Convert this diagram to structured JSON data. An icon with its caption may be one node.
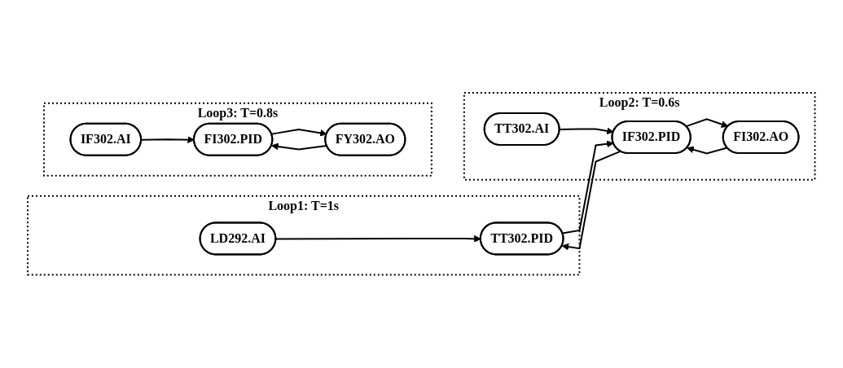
{
  "diagram": {
    "nodes": [
      {
        "text": [
          "Loop1: T=1s"
        ]
      },
      {
        "text": [
          "LD292.AI"
        ],
        "in": 0
      },
      {
        "text": [
          "TT302.PID"
        ],
        "in": 0
      },
      {
        "text": [
          "Loop2: T=0.6s"
        ]
      },
      {
        "text": [
          "TT302.AI"
        ],
        "in": 3
      },
      {
        "text": [
          "IF302.PID"
        ],
        "in": 3
      },
      {
        "text": [
          "FI302.AO"
        ],
        "in": 3
      },
      {
        "text": [
          "Loop3: T=0.8s"
        ]
      },
      {
        "text": [
          "IF302.AI"
        ],
        "in": 7
      },
      {
        "text": [
          "FI302.PID"
        ],
        "in": 7
      },
      {
        "text": [
          "FY302.AO"
        ],
        "in": 7
      }
    ],
    "edges": [
      {
        "from": 1,
        "to": 2,
        "arrow": "to"
      },
      {
        "from": 2,
        "to": 5,
        "arrow": "to"
      },
      {
        "from": 5,
        "to": 2,
        "arrow": "to"
      },
      {
        "from": 4,
        "to": 5,
        "arrow": "to"
      },
      {
        "from": 5,
        "to": 6,
        "arrow": "to"
      },
      {
        "from": 6,
        "to": 5,
        "arrow": "to"
      },
      {
        "from": 8,
        "to": 9,
        "arrow": "to"
      },
      {
        "from": 9,
        "to": 10,
        "arrow": "to"
      },
      {
        "from": 10,
        "to": 9,
        "arrow": "to"
      }
    ]
  }
}
